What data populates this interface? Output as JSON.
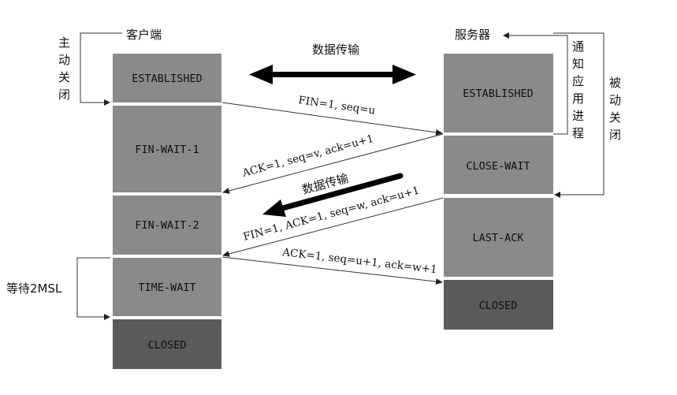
{
  "client": {
    "title": "客户端",
    "active_close": [
      "主",
      "动",
      "关",
      "闭"
    ],
    "wait_label": "等待2MSL",
    "states": [
      {
        "label": "ESTABLISHED",
        "color": "#8a8a8a"
      },
      {
        "label": "FIN-WAIT-1",
        "color": "#8a8a8a"
      },
      {
        "label": "FIN-WAIT-2",
        "color": "#8a8a8a"
      },
      {
        "label": "TIME-WAIT",
        "color": "#8a8a8a"
      },
      {
        "label": "CLOSED",
        "color": "#5a5a5a"
      }
    ]
  },
  "server": {
    "title": "服务器",
    "notify_app": [
      "通",
      "知",
      "应",
      "用",
      "进",
      "程"
    ],
    "passive_close": [
      "被",
      "动",
      "关",
      "闭"
    ],
    "states": [
      {
        "label": "ESTABLISHED",
        "color": "#8a8a8a"
      },
      {
        "label": "CLOSE-WAIT",
        "color": "#8a8a8a"
      },
      {
        "label": "LAST-ACK",
        "color": "#8a8a8a"
      },
      {
        "label": "CLOSED",
        "color": "#5a5a5a"
      }
    ]
  },
  "data_transfer_label": "数据传输",
  "data_transfer_label_2": "数据传输",
  "messages": {
    "fin1": "FIN=1, seq=u",
    "ack1": "ACK=1, seq=v, ack=u+1",
    "fin2": "FIN=1, ACK=1, seq=w, ack=u+1",
    "ack2": "ACK=1, seq=u+1, ack=w+1"
  }
}
